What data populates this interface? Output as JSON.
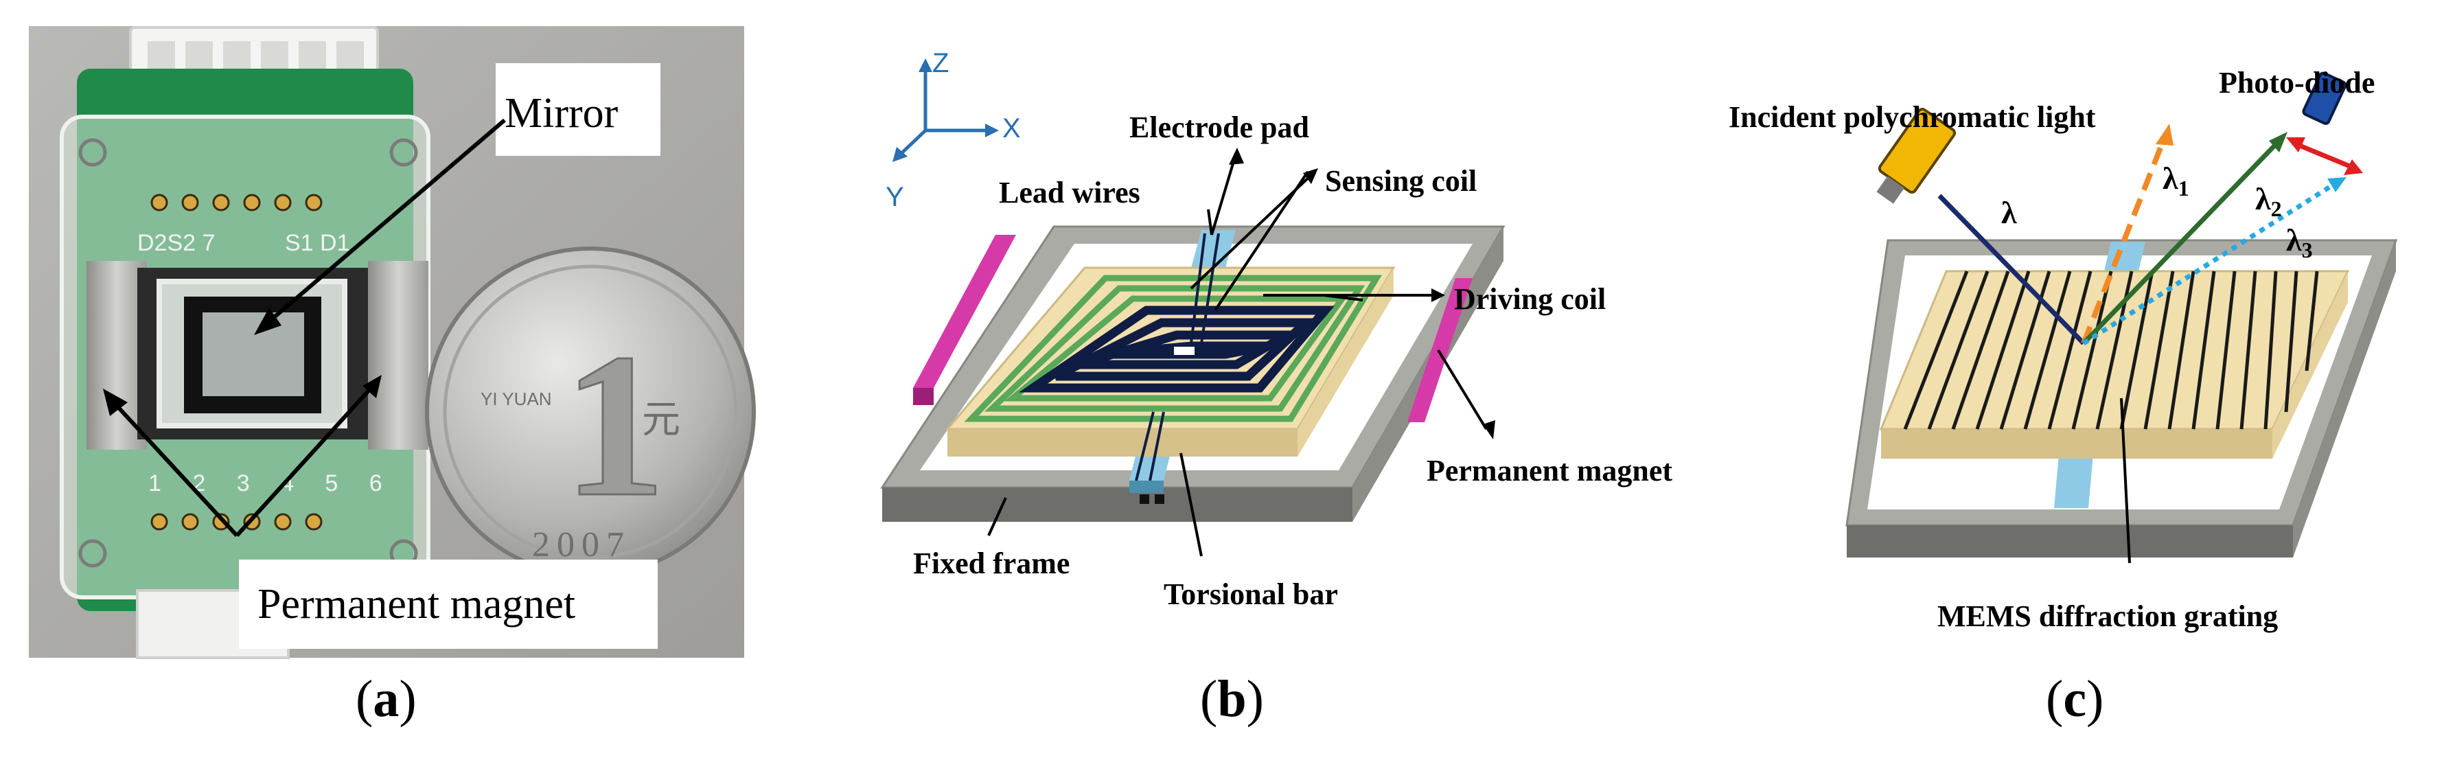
{
  "panel_a": {
    "caption_letter": "a",
    "labels": {
      "mirror": "Mirror",
      "permanent_magnet": "Permanent magnet"
    },
    "board_text": {
      "top_left": "D2S2 7",
      "top_right": "S1 D1",
      "pins": "1 2 3 4 5 6"
    },
    "coin_text": {
      "value": "1",
      "year": "2007",
      "unit": "元",
      "yuan": "YI YUAN"
    }
  },
  "panel_b": {
    "caption_letter": "b",
    "axes": {
      "z": "Z",
      "x": "X",
      "y": "Y"
    },
    "labels": {
      "electrode_pad": "Electrode pad",
      "lead_wires": "Lead wires",
      "sensing_coil": "Sensing coil",
      "driving_coil": "Driving coil",
      "permanent_magnet": "Permanent magnet",
      "fixed_frame": "Fixed frame",
      "torsional_bar": "Torsional bar"
    }
  },
  "panel_c": {
    "caption_letter": "c",
    "labels": {
      "incident_light": "Incident polychromatic light",
      "photo_diode": "Photo-diode",
      "grating": "MEMS diffraction grating"
    },
    "greek": {
      "lambda": "λ",
      "l1_sub": "1",
      "l2_sub": "2",
      "l3_sub": "3"
    }
  },
  "colors": {
    "pcb_green": "#1f8a4a",
    "coil_navy": "#0f1d45",
    "coil_green": "#5aa85a",
    "magnet_pink": "#d63aa8",
    "substrate_beige": "#f1dfae",
    "frame_gray": "#a8a8a2",
    "torsion_blue": "#8ecae6",
    "beam_orange": "#f08a24",
    "beam_cyan": "#27a9e1",
    "beam_green": "#2e6b2e"
  }
}
